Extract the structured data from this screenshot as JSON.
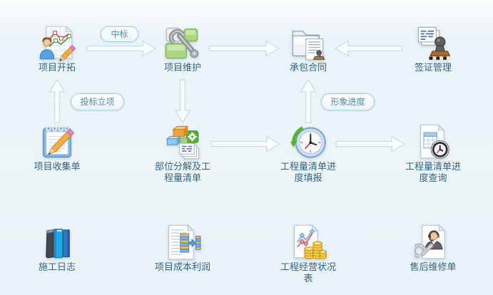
{
  "colors": {
    "background_top": "#f9fcfe",
    "background_bottom": "#e8f1f6",
    "label_text": "#2b6286",
    "pill_text": "#4f8dac",
    "pill_border": "#a9cede",
    "arrow_stroke": "#c6dce7",
    "arrow_fill": "#fbfdff"
  },
  "nodes": [
    {
      "id": "project-development",
      "label": "项目开拓",
      "icon": "chart-person-pencil-icon"
    },
    {
      "id": "project-maintenance",
      "label": "项目维护",
      "icon": "wrench-blocks-icon"
    },
    {
      "id": "contract",
      "label": "承包合同",
      "icon": "folder-document-stamp-icon"
    },
    {
      "id": "visa-management",
      "label": "签证管理",
      "icon": "documents-stamp-icon"
    },
    {
      "id": "project-collection-form",
      "label": "项目收集单",
      "icon": "notepad-pencil-icon"
    },
    {
      "id": "part-breakdown-boq",
      "label": "部位分解及工\n程量清单",
      "icon": "blocks-gear-papers-icon"
    },
    {
      "id": "boq-progress-fill",
      "label": "工程量清单进\n度填报",
      "icon": "clock-refresh-icon"
    },
    {
      "id": "boq-progress-query",
      "label": "工程量清单进\n度查询",
      "icon": "document-clock-icon"
    },
    {
      "id": "construction-log",
      "label": "施工日志",
      "icon": "books-icon"
    },
    {
      "id": "project-cost-profit",
      "label": "项目成本利润",
      "icon": "document-tables-icon"
    },
    {
      "id": "business-status-report",
      "label": "工程经营状况\n表",
      "icon": "chart-coins-icon"
    },
    {
      "id": "after-sales-repair",
      "label": "售后维修单",
      "icon": "document-support-wrench-icon"
    }
  ],
  "flow_labels": [
    {
      "id": "win-bid",
      "label": "中标"
    },
    {
      "id": "bid-project-setup",
      "label": "投标立项"
    },
    {
      "id": "visual-progress",
      "label": "形象进度"
    }
  ],
  "arrows": [
    {
      "from": "project-development",
      "to": "project-maintenance",
      "direction": "right"
    },
    {
      "from": "project-maintenance",
      "to": "contract",
      "direction": "right"
    },
    {
      "from": "visa-management",
      "to": "contract",
      "direction": "left"
    },
    {
      "from": "project-collection-form",
      "to": "project-development",
      "direction": "up"
    },
    {
      "from": "project-maintenance",
      "to": "part-breakdown-boq",
      "direction": "down"
    },
    {
      "from": "part-breakdown-boq",
      "to": "boq-progress-fill",
      "direction": "right"
    },
    {
      "from": "boq-progress-fill",
      "to": "contract",
      "direction": "up"
    },
    {
      "from": "boq-progress-fill",
      "to": "boq-progress-query",
      "direction": "right"
    }
  ]
}
